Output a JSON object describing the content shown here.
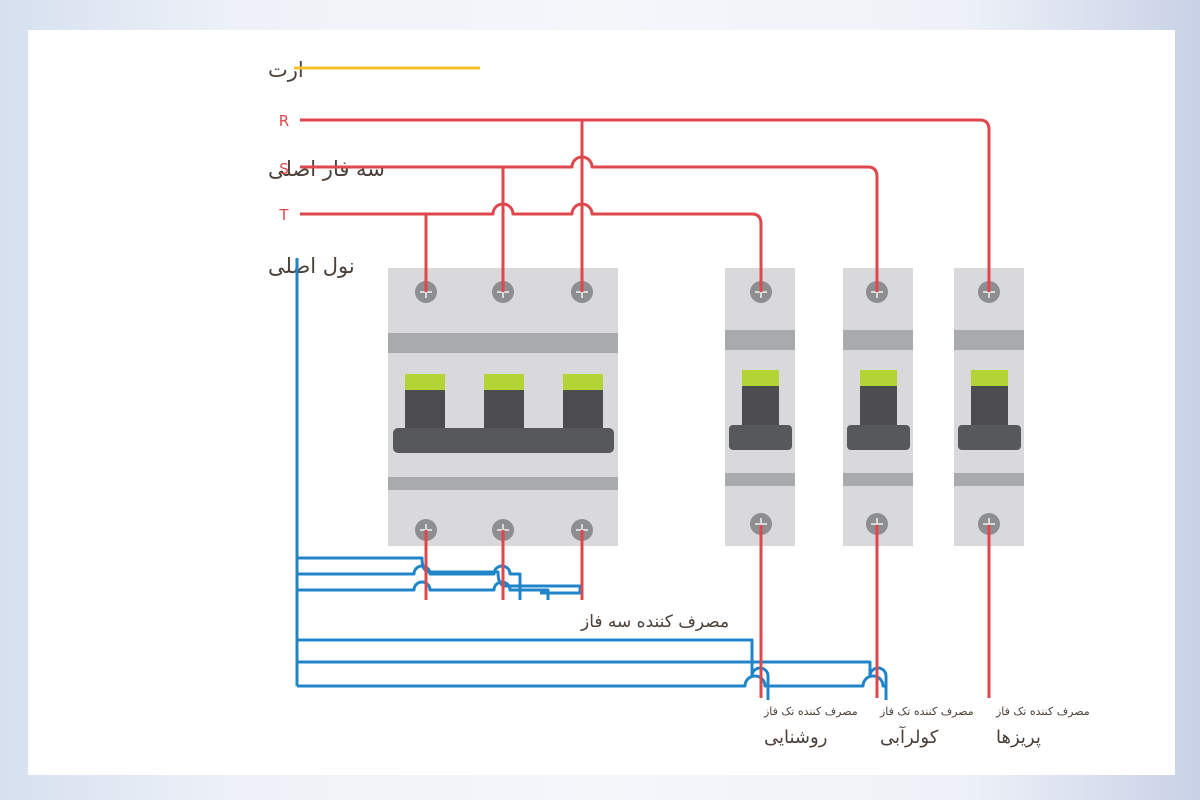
{
  "colors": {
    "earth": "#f5c32c",
    "phase": "#e0474c",
    "neutral": "#1f84c8",
    "breaker_body": "#d9d9db",
    "breaker_band": "#a9aaac",
    "handle": "#4d4d4f",
    "handle_tip": "#b4d334",
    "screw": "#8d8e90",
    "text": "#4a4039"
  },
  "legend": {
    "earth_label": "ارت",
    "three_phase_label": "سه فاز اصلی",
    "neutral_label": "نول اصلی"
  },
  "phases": [
    "R",
    "S",
    "T"
  ],
  "three_phase_consumer_label": "مصرف کننده سه فاز",
  "single_phase_consumers": [
    {
      "caption": "مصرف کننده تک فاز",
      "name": "روشنایی"
    },
    {
      "caption": "مصرف کننده تک فاز",
      "name": "کولرآبی"
    },
    {
      "caption": "مصرف کننده تک فاز",
      "name": "پریزها"
    }
  ]
}
